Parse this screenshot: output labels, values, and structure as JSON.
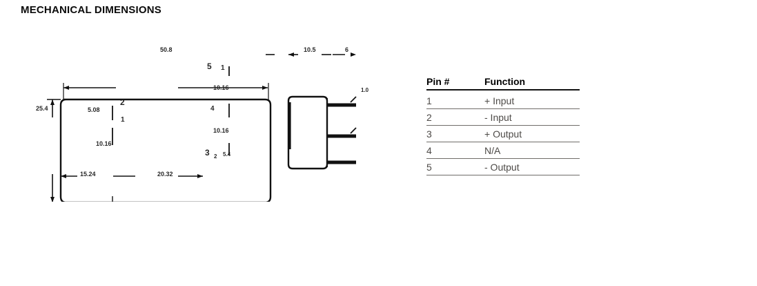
{
  "page": {
    "title": "MECHANICAL DIMENSIONS"
  },
  "drawing": {
    "front_view": {
      "top_dimension": "50.8",
      "left_dimension": "25.4",
      "inner_left_dimension": "5.08",
      "inner_lower_dimension": "10.16",
      "bottom_dimension_1": "15.24",
      "bottom_dimension_2": "20.32",
      "pin_labels": {
        "pin2": "2",
        "pin1": "1",
        "pin5": "5",
        "pin4": "4",
        "pin3": "3",
        "pin3_sub": "2",
        "pin_extra_1": "1",
        "pin_extra_54": "5.4"
      },
      "pin_spacing_upper": "10.16",
      "pin_spacing_lower": "10.16"
    },
    "side_view": {
      "width_dimension": "10.5",
      "lead_dimension": "6",
      "thickness_dimension": "1.0"
    }
  },
  "pin_table": {
    "headers": {
      "pin": "Pin #",
      "function": "Function"
    },
    "rows": [
      {
        "pin": "1",
        "function": "+ Input"
      },
      {
        "pin": "2",
        "function": "- Input"
      },
      {
        "pin": "3",
        "function": "+ Output"
      },
      {
        "pin": "4",
        "function": "N/A"
      },
      {
        "pin": "5",
        "function": "- Output"
      }
    ]
  },
  "colors": {
    "title": "#0b0b0b",
    "drawing_line": "#111111",
    "table_text": "#4d4a47",
    "table_rule": "#6f6c69",
    "background": "#ffffff"
  }
}
